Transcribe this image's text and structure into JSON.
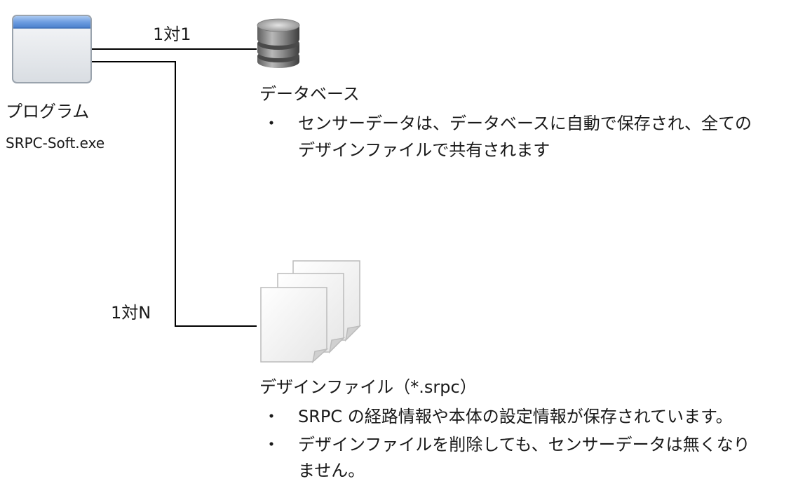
{
  "program": {
    "name": "プログラム",
    "filename": "SRPC-Soft.exe",
    "icon": "application-window-icon"
  },
  "relations": {
    "to_database": "1対1",
    "to_design_files": "1対N"
  },
  "database": {
    "title": "データベース",
    "icon": "database-icon",
    "bullets": [
      {
        "lines": [
          "センサーデータは、データベースに自動で保存され、全ての",
          "デザインファイルで共有されます"
        ]
      }
    ]
  },
  "design_files": {
    "title": "デザインファイル（*.srpc）",
    "icon": "document-stack-icon",
    "bullets": [
      {
        "lines": [
          "SRPC の経路情報や本体の設定情報が保存されています。"
        ]
      },
      {
        "lines": [
          "デザインファイルを削除しても、センサーデータは無くなり",
          "ません。"
        ]
      }
    ]
  },
  "bullet_symbol": "・",
  "colors": {
    "window_titlebar": "#5b8fd6",
    "window_body": "#eef0f3",
    "line": "#000000",
    "text": "#1a1a1a"
  }
}
